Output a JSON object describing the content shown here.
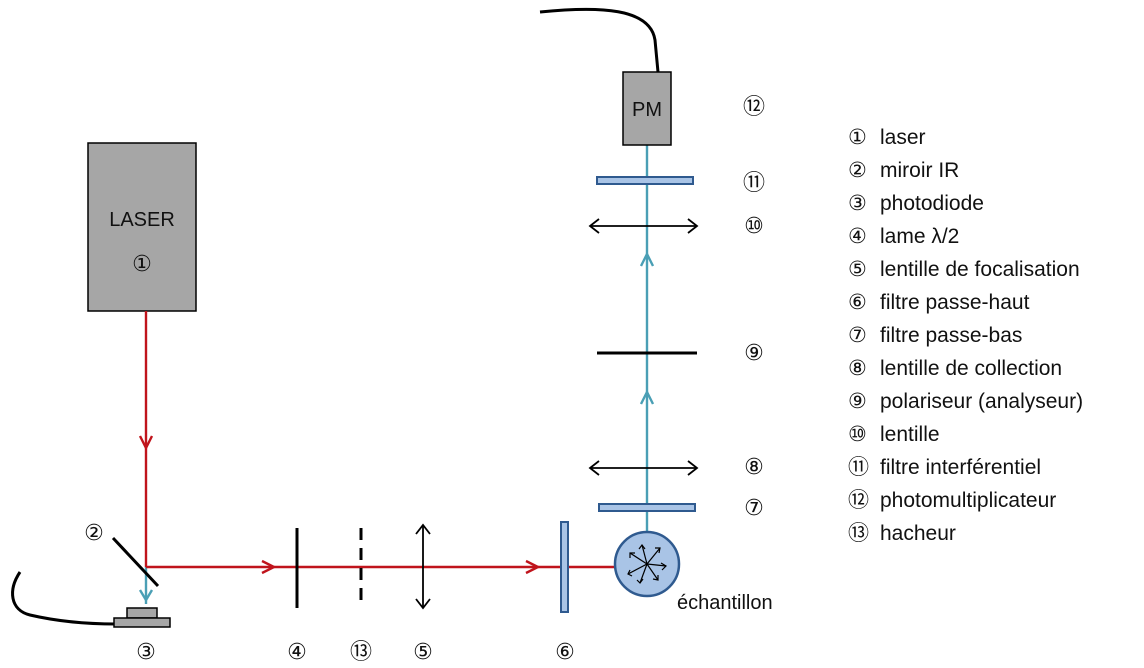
{
  "colors": {
    "red_beam": "#c0141c",
    "blue_beam": "#4a9fb5",
    "box_fill": "#a6a6a6",
    "filter_fill": "#a9c4e6",
    "filter_stroke": "#2f5a8f"
  },
  "laser": {
    "label": "LASER",
    "number": "①"
  },
  "pm": {
    "label": "PM"
  },
  "sample_label": "échantillon",
  "numbers": {
    "n1": "①",
    "n2": "②",
    "n3": "③",
    "n4": "④",
    "n5": "⑤",
    "n6": "⑥",
    "n7": "⑦",
    "n8": "⑧",
    "n9": "⑨",
    "n10": "⑩",
    "n11": "⑪",
    "n12": "⑫",
    "n13": "⑬"
  },
  "legend": [
    {
      "num": "①",
      "text": "laser"
    },
    {
      "num": "②",
      "text": "miroir IR"
    },
    {
      "num": "③",
      "text": "photodiode"
    },
    {
      "num": "④",
      "text": "lame λ/2"
    },
    {
      "num": "⑤",
      "text": "lentille de focalisation"
    },
    {
      "num": "⑥",
      "text": "filtre passe-haut"
    },
    {
      "num": "⑦",
      "text": "filtre passe-bas"
    },
    {
      "num": "⑧",
      "text": "lentille de collection"
    },
    {
      "num": "⑨",
      "text": "polariseur (analyseur)"
    },
    {
      "num": "⑩",
      "text": "lentille"
    },
    {
      "num": "⑪",
      "text": "filtre interférentiel"
    },
    {
      "num": "⑫",
      "text": "photomultiplicateur"
    },
    {
      "num": "⑬",
      "text": "hacheur"
    }
  ]
}
